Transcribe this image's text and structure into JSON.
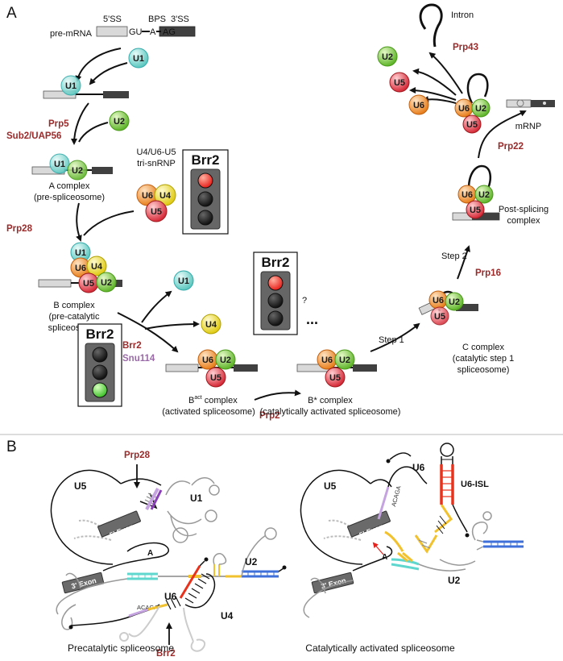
{
  "panels": {
    "a": "A",
    "b": "B"
  },
  "labels": {
    "pre_mrna": "pre-mRNA",
    "ss5": "5'SS",
    "bps": "BPS",
    "ss3": "3'SS",
    "gu": "GU",
    "a": "A",
    "ag": "AG",
    "a_complex": "A complex",
    "a_complex_sub": "(pre-spliceosome)",
    "tri_snrnp_1": "U4/U6-U5",
    "tri_snrnp_2": "tri-snRNP",
    "b_complex": "B complex",
    "b_complex_sub1": "(pre-catalytic",
    "b_complex_sub2": "spliceosome)",
    "bact_prefix": "B",
    "bact_sup": "act",
    "bact_suffix": " complex",
    "bact_sub": "(activated spliceosome)",
    "bstar": "B* complex",
    "bstar_sub": "(catalytically activated spliceosome)",
    "c_complex": "C complex",
    "c_complex_sub1": "(catalytic step 1",
    "c_complex_sub2": "spliceosome)",
    "post": "Post-splicing",
    "post_sub": "complex",
    "mrnp": "mRNP",
    "intron": "Intron",
    "step1": "Step 1",
    "step2": "Step 2",
    "question": "?",
    "ellipsis": "...",
    "brr2": "Brr2"
  },
  "factors": {
    "prp5": "Prp5",
    "sub2": "Sub2/UAP56",
    "prp28": "Prp28",
    "brr2": "Brr2",
    "snu114": "Snu114",
    "prp2": "Prp2",
    "prp16": "Prp16",
    "prp22": "Prp22",
    "prp43": "Prp43"
  },
  "snrnps": {
    "u1": "U1",
    "u2": "U2",
    "u4": "U4",
    "u5": "U5",
    "u6": "U6"
  },
  "panel_b": {
    "left_caption": "Precatalytic spliceosome",
    "right_caption": "Catalytically activated spliceosome",
    "prp28": "Prp28",
    "brr2": "Brr2",
    "exon5": "5' Exon",
    "exon3": "3' Exon",
    "u1": "U1",
    "u2": "U2",
    "u4": "U4",
    "u5": "U5",
    "u6": "U6",
    "u6_isl": "U6-ISL",
    "acaga": "ACAGA",
    "a": "A"
  },
  "colors": {
    "u1": "#8fdad4",
    "u2": "#8fd04a",
    "u4": "#f2e33a",
    "u5": "#e8404a",
    "u6": "#f29a3a",
    "factor": "#9b2a2a",
    "snu114": "#9a6aa8",
    "light_red": "#e8221c",
    "light_green": "#5ad43a",
    "light_off": "#222222",
    "helix_cyan": "#5fd7cf",
    "helix_yellow": "#f2c12e",
    "helix_blue": "#3f6fd8",
    "helix_red": "#e8321c",
    "helix_purple": "#8a3fb8"
  }
}
